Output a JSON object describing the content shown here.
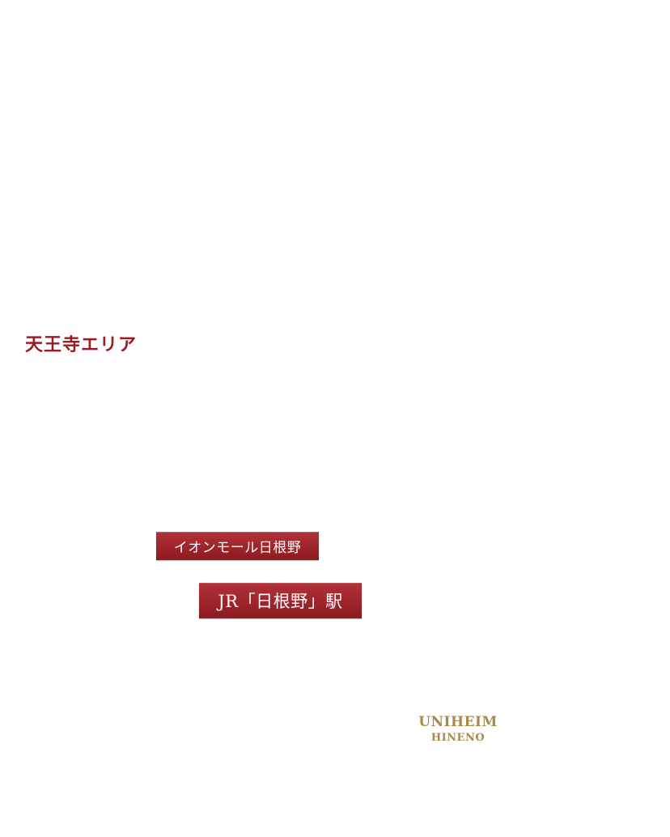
{
  "area_label": "天王寺エリア",
  "landmarks": {
    "mall": "イオンモール日根野",
    "station": "JR「日根野」駅"
  },
  "logo": {
    "line1": "UNIHEIM",
    "line2": "HINENO"
  },
  "colors": {
    "accent_red": "#9b1b22",
    "tag_background": "#a0252c",
    "logo_gold": "#a88a4a",
    "background": "#ffffff"
  }
}
